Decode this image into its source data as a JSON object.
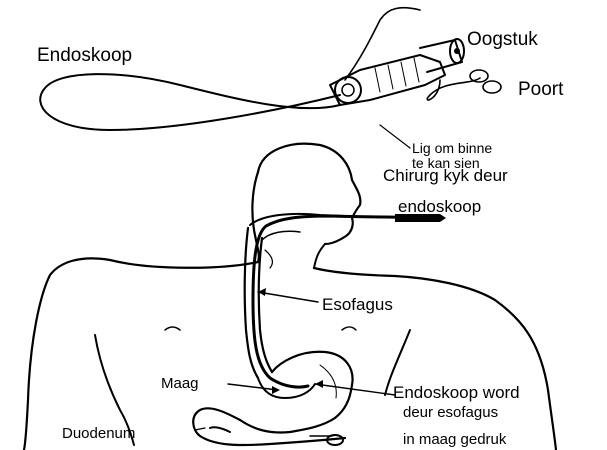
{
  "labels": {
    "endoscope_title": "Endoskoop",
    "eyepiece": "Oogstuk",
    "port": "Poort",
    "light_line1": "Lig om binne",
    "light_line2": "te kan sien",
    "surgeon_line1": "Chirurg kyk deur",
    "surgeon_line2": "endoskoop",
    "esophagus": "Esofagus",
    "stomach": "Maag",
    "duodenum": "Duodenum",
    "pushed_line1": "Endoskoop word",
    "pushed_line2": "deur esofagus",
    "pushed_line3": "in maag gedruk"
  },
  "colors": {
    "ink": "#000000",
    "background": "#ffffff"
  }
}
